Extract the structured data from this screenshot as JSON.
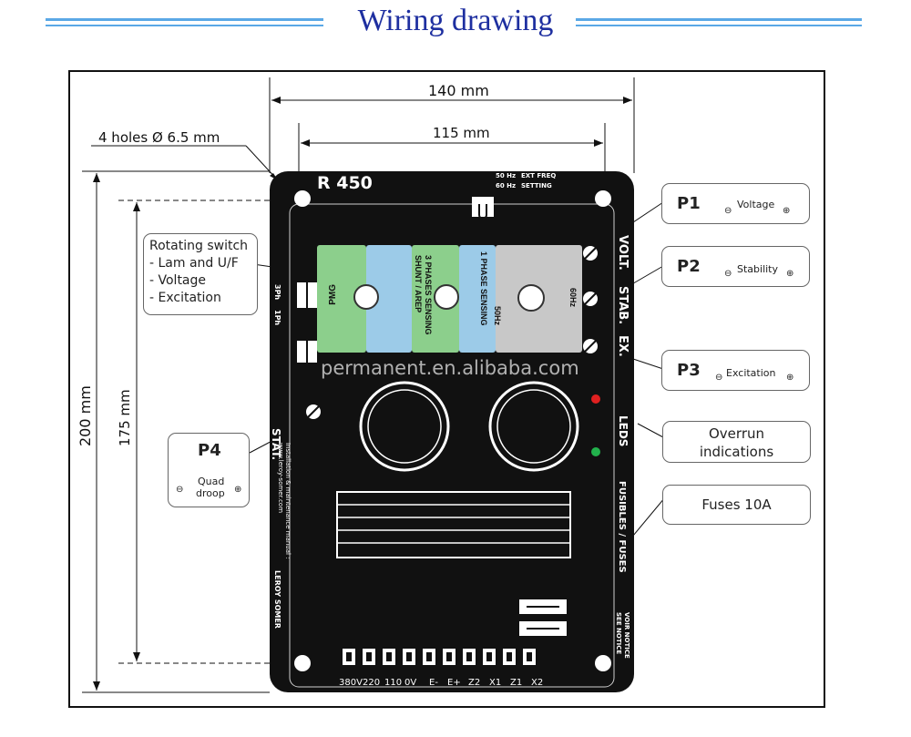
{
  "title": "Wiring drawing",
  "watermark": "permanent.en.alibaba.com",
  "dimensions": {
    "width_outer": "140 mm",
    "width_inner": "115 mm",
    "height_outer": "200 mm",
    "height_inner": "175 mm",
    "holes": "4 holes Ø 6.5 mm"
  },
  "board": {
    "model": "R 450",
    "freq_50": "50 Hz",
    "freq_60": "60 Hz",
    "ext_freq": "EXT FREQ",
    "setting": "SETTING",
    "module_left": "PMG",
    "module_mid": "SHUNT / AREP",
    "module_mid2": "3 PHASES SENSING",
    "module_right": "1 PHASE SENSING",
    "module_right2": "50Hz",
    "module_right3": "60Hz",
    "side_volt": "VOLT.",
    "side_stab": "STAB.",
    "side_ex": "EX.",
    "side_leds": "LEDS",
    "side_fuses": "FUSIBLES / FUSES",
    "left_stat": "STAT.",
    "left_3ph": "3Ph",
    "left_1ph": "1Ph",
    "manual": "Installation & maintenance manual : www.leroy-somer.com",
    "brand": "LEROY SOMER",
    "voir": "VOIR NOTICE",
    "see": "SEE NOTICE",
    "terminals": [
      "380V",
      "220",
      "110",
      "0V",
      "E-",
      "E+",
      "Z2",
      "X1",
      "Z1",
      "X2"
    ]
  },
  "callouts": {
    "rotating": [
      "Rotating switch",
      "- Lam and U/F",
      "- Voltage",
      "- Excitation"
    ],
    "p1": {
      "label": "P1",
      "text": "Voltage"
    },
    "p2": {
      "label": "P2",
      "text": "Stability"
    },
    "p3": {
      "label": "P3",
      "text": "Excitation"
    },
    "p4": {
      "label": "P4",
      "text_line1": "Quad",
      "text_line2": "droop"
    },
    "overrun": [
      "Overrun",
      "indications"
    ],
    "fuses": "Fuses 10A"
  },
  "colors": {
    "title": "#1e2fa0",
    "board": "#111111",
    "green_module": "#8ccf8c",
    "blue_module": "#9ccbe8",
    "gray_module": "#c8c8c8",
    "led_red": "#e02020",
    "led_green": "#22b24c"
  }
}
